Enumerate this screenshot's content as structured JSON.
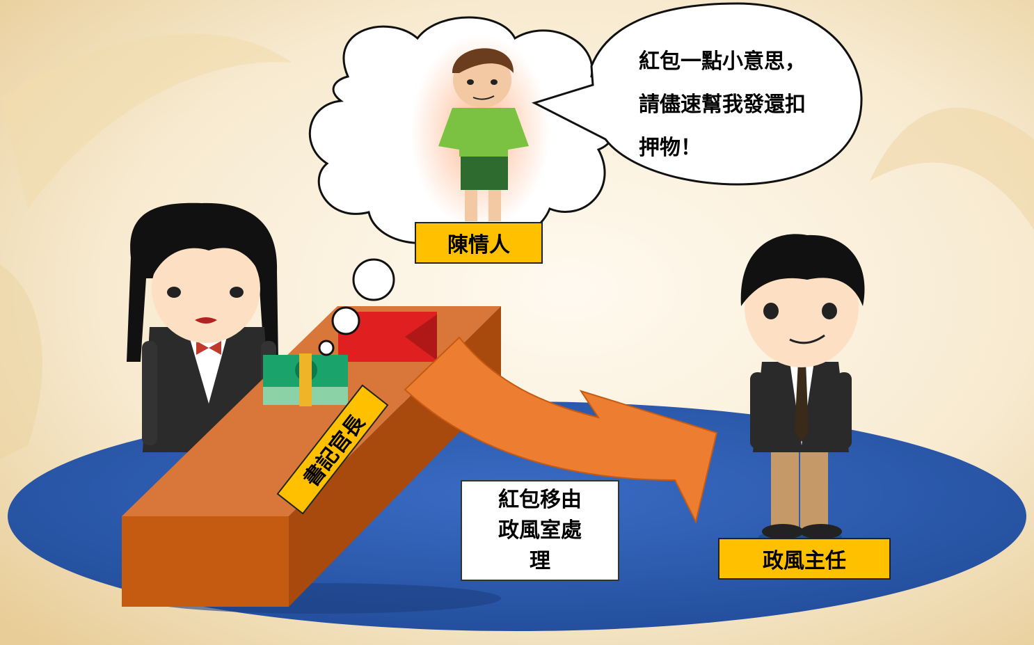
{
  "speech_bubble": {
    "line1": "紅包一點小意思，",
    "line2": "請儘速幫我發還扣",
    "line3": "押物！"
  },
  "labels": {
    "petitioner": "陳情人",
    "chief_clerk": "書記官長",
    "ethics_director": "政風主任"
  },
  "note": {
    "line1": "紅包移由",
    "line2": "政風室處",
    "line3": "理"
  },
  "colors": {
    "platform": "#2f5fb3",
    "desk": "#c55a11",
    "arrow": "#ed7d31",
    "label_fill": "#ffc000",
    "red_envelope": "#e02020"
  }
}
